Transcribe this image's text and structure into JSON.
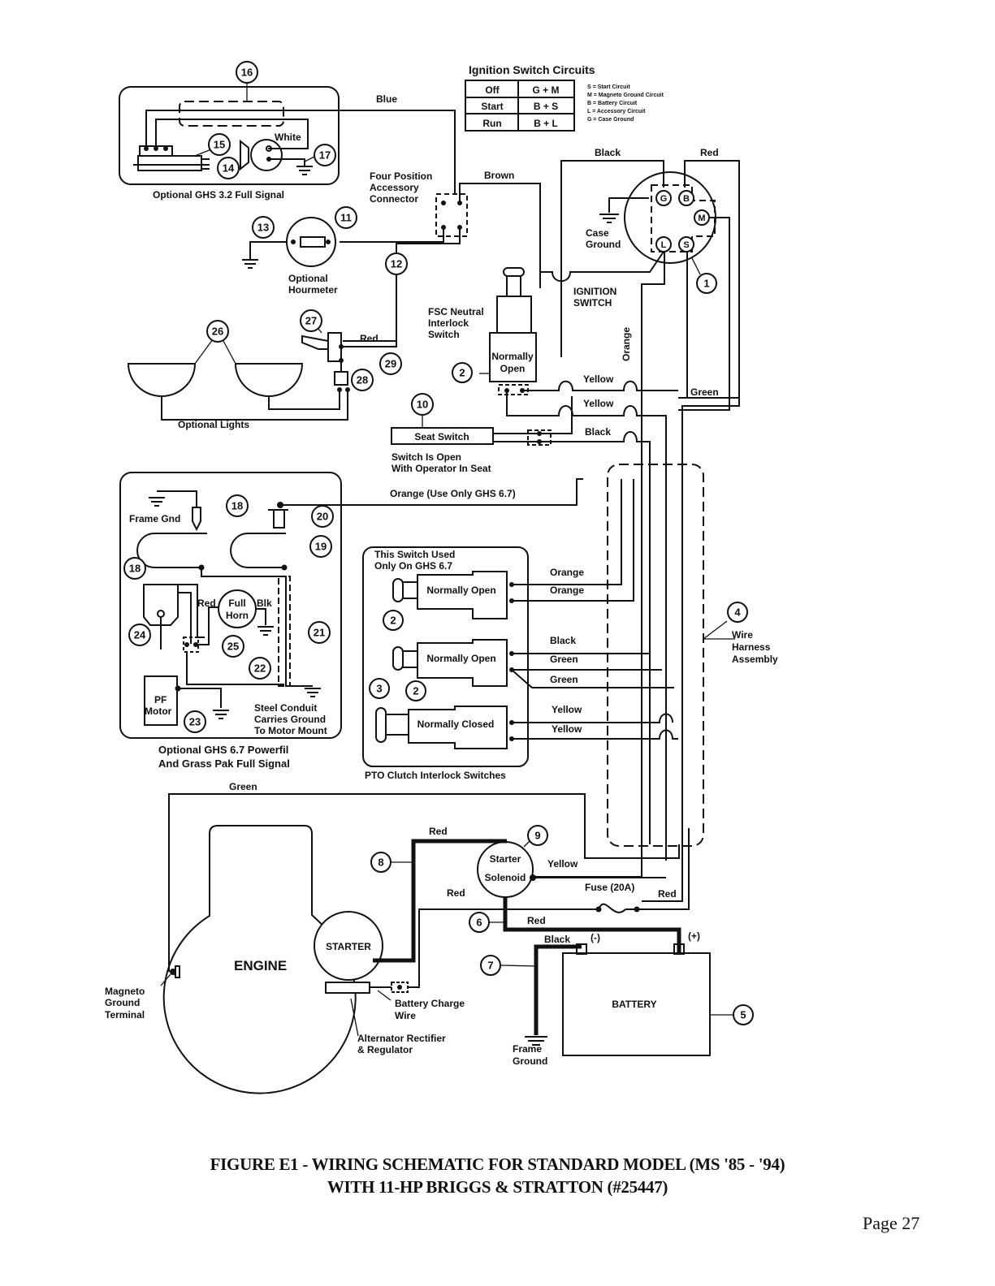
{
  "figure": {
    "caption_line1": "FIGURE E1 - WIRING SCHEMATIC FOR STANDARD MODEL (MS '85 - '94)",
    "caption_line2": "WITH 11-HP BRIGGS & STRATTON (#25447)",
    "page": "Page 27"
  },
  "ignition_table": {
    "title": "Ignition Switch Circuits",
    "rows": [
      {
        "position": "Off",
        "circuit": "G + M"
      },
      {
        "position": "Start",
        "circuit": "B + S"
      },
      {
        "position": "Run",
        "circuit": "B + L"
      }
    ],
    "legend": [
      "S = Start Circuit",
      "M = Magneto Ground Circuit",
      "B = Battery Circuit",
      "L = Accessory Circuit",
      "G = Case Ground"
    ]
  },
  "components": {
    "ghs32": "Optional GHS 3.2 Full Signal",
    "white": "White",
    "blue": "Blue",
    "four_pos_1": "Four Position",
    "four_pos_2": "Accessory",
    "four_pos_3": "Connector",
    "brown": "Brown",
    "hourmeter_1": "Optional",
    "hourmeter_2": "Hourmeter",
    "ign_black": "Black",
    "ign_red": "Red",
    "case_ground_1": "Case",
    "case_ground_2": "Ground",
    "ign_switch_1": "IGNITION",
    "ign_switch_2": "SWITCH",
    "terminals": [
      "G",
      "B",
      "M",
      "L",
      "S"
    ],
    "orange": "Orange",
    "fsc_1": "FSC Neutral",
    "fsc_2": "Interlock",
    "fsc_3": "Switch",
    "normally": "Normally",
    "open": "Open",
    "yellow1": "Yellow",
    "yellow2": "Yellow",
    "green_top": "Green",
    "black_seat": "Black",
    "seat_switch": "Seat Switch",
    "seat_note_1": "Switch Is Open",
    "seat_note_2": "With Operator In Seat",
    "lights_red": "Red",
    "optional_lights": "Optional Lights",
    "orange_ghs67": "Orange (Use Only GHS 6.7)",
    "frame_gnd": "Frame Gnd",
    "horn_red": "Red",
    "horn_full": "Full",
    "horn_horn": "Horn",
    "horn_blk": "Blk",
    "pf": "PF",
    "motor": "Motor",
    "conduit_1": "Steel Conduit",
    "conduit_2": "Carries Ground",
    "conduit_3": "To Motor Mount",
    "ghs67_1": "Optional GHS 6.7 Powerfil",
    "ghs67_2": "And Grass Pak Full Signal",
    "pto_note_1": "This Switch Used",
    "pto_note_2": "Only On GHS 6.7",
    "pto_no1": "Normally Open",
    "pto_no2": "Normally Open",
    "pto_nc": "Normally Closed",
    "pto_title": "PTO Clutch Interlock Switches",
    "pto_orange1": "Orange",
    "pto_orange2": "Orange",
    "pto_black": "Black",
    "pto_green1": "Green",
    "pto_green2": "Green",
    "pto_yellow1": "Yellow",
    "pto_yellow2": "Yellow",
    "harness_1": "Wire",
    "harness_2": "Harness",
    "harness_3": "Assembly",
    "green_engine": "Green",
    "red_top": "Red",
    "starter_1": "Starter",
    "starter_2": "Solenoid",
    "yellow_sol": "Yellow",
    "fuse": "Fuse (20A)",
    "red_fuse_left": "Red",
    "red_fuse_right": "Red",
    "red_batt": "Red",
    "black_batt": "Black",
    "neg": "(-)",
    "pos": "(+)",
    "battery": "BATTERY",
    "engine": "ENGINE",
    "starter": "STARTER",
    "magneto_1": "Magneto",
    "magneto_2": "Ground",
    "magneto_3": "Terminal",
    "charge_1": "Battery Charge",
    "charge_2": "Wire",
    "alt_1": "Alternator Rectifier",
    "alt_2": "& Regulator",
    "frame_ground_1": "Frame",
    "frame_ground_2": "Ground"
  },
  "callouts": [
    "1",
    "2",
    "3",
    "4",
    "5",
    "6",
    "7",
    "8",
    "9",
    "10",
    "11",
    "12",
    "13",
    "14",
    "15",
    "16",
    "17",
    "18",
    "19",
    "20",
    "21",
    "22",
    "23",
    "24",
    "25",
    "26",
    "27",
    "28",
    "29"
  ]
}
